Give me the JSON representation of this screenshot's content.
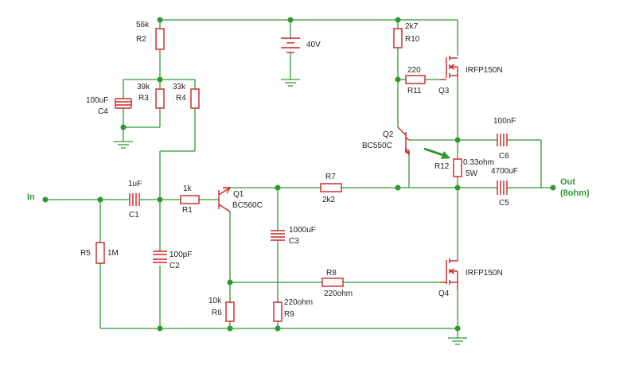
{
  "labels": {
    "r2": "R2",
    "r2_val": "56k",
    "r3": "R3",
    "r3_val": "39k",
    "r4": "R4",
    "r4_val": "33k",
    "c4": "C4",
    "c4_val": "100uF",
    "battery_val": "40V",
    "r10": "R10",
    "r10_val": "2k7",
    "r11": "R11",
    "r11_val": "220",
    "q3": "Q3",
    "q3_type": "IRFP150N",
    "q2": "Q2",
    "q2_type": "BC550C",
    "c6": "C6",
    "c6_val": "100nF",
    "r12": "R12",
    "r12_val": "0.33ohm",
    "r12_power": "5W",
    "c5": "C5",
    "c5_val": "4700uF",
    "out": "Out",
    "out_load": "(8ohm)",
    "in": "In",
    "c1": "C1",
    "c1_val": "1uF",
    "r1": "R1",
    "r1_val": "1k",
    "q1": "Q1",
    "q1_type": "BC560C",
    "r7": "R7",
    "r7_val": "2k2",
    "c3": "C3",
    "c3_val": "1000uF",
    "r5": "R5",
    "r5_val": "1M",
    "c2": "C2",
    "c2_val": "100pF",
    "r8": "R8",
    "r8_val": "220ohm",
    "q4": "Q4",
    "q4_type": "IRFP150N",
    "r6": "R6",
    "r6_val": "10k",
    "r9": "R9",
    "r9_val": "220ohm"
  },
  "colors": {
    "wire": "#2e9a2e",
    "component": "#cc2222",
    "text": "#222222",
    "io_label": "#2e9a2e",
    "annotation_arrow": "#2e9a2e"
  }
}
